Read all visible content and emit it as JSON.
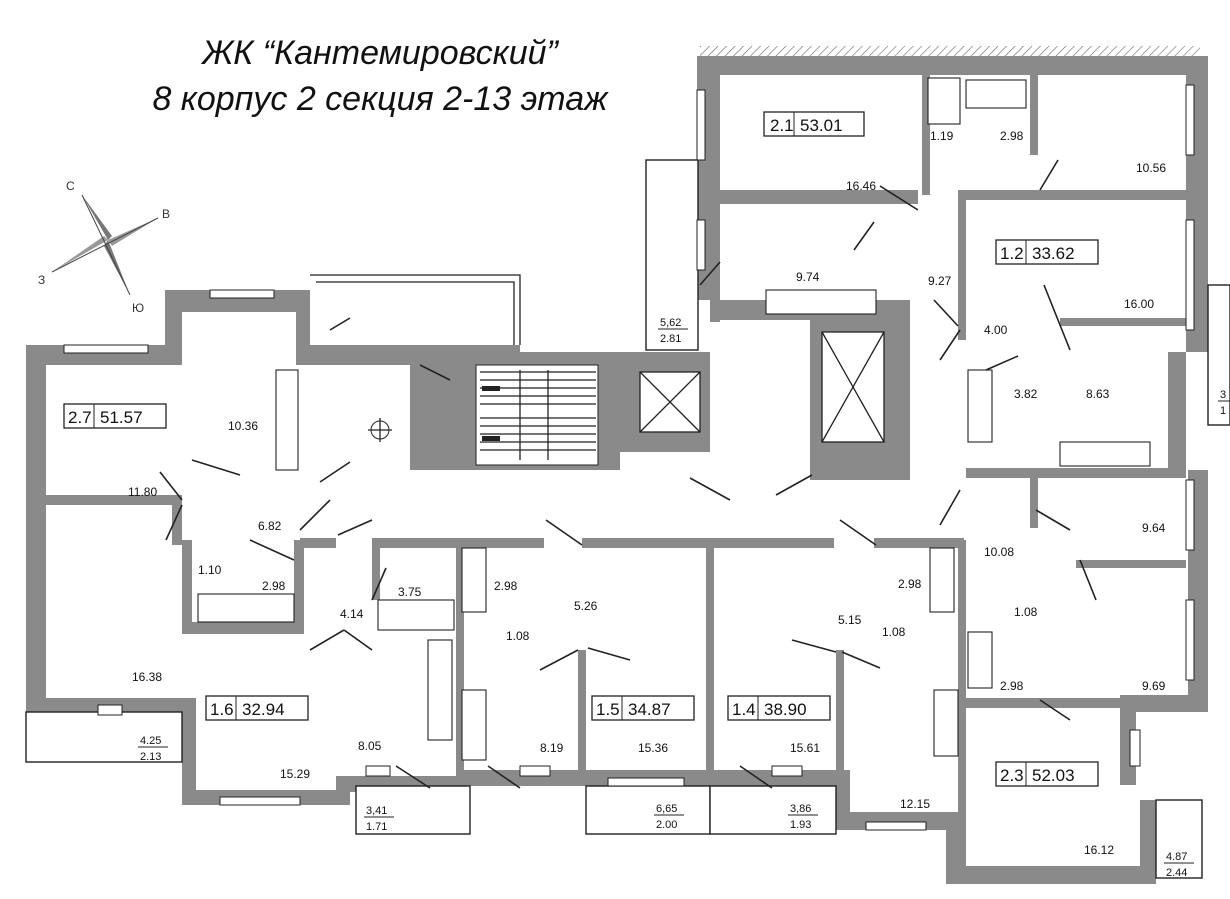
{
  "title": {
    "line1": "ЖК “Кантемировский”",
    "line2": "8 корпус 2 секция 2-13 этаж"
  },
  "compass": {
    "n": "С",
    "e": "В",
    "s": "Ю",
    "w": "З"
  },
  "units": [
    {
      "id": "2.1",
      "area": "53.01"
    },
    {
      "id": "1.2",
      "area": "33.62"
    },
    {
      "id": "2.7",
      "area": "51.57"
    },
    {
      "id": "1.6",
      "area": "32.94"
    },
    {
      "id": "1.5",
      "area": "34.87"
    },
    {
      "id": "1.4",
      "area": "38.90"
    },
    {
      "id": "2.3",
      "area": "52.03"
    }
  ],
  "room_areas": [
    "16.46",
    "1.19",
    "2.98",
    "10.56",
    "9.74",
    "9.27",
    "16.00",
    "4.00",
    "3.82",
    "8.63",
    "10.36",
    "11.80",
    "6.82",
    "1.10",
    "2.98",
    "16.38",
    "3.75",
    "2.98",
    "1.08",
    "4.14",
    "5.26",
    "8.05",
    "8.19",
    "15.29",
    "15.36",
    "15.61",
    "5.15",
    "2.98",
    "1.08",
    "10.08",
    "9.64",
    "1.08",
    "2.98",
    "9.69",
    "12.15",
    "16.12"
  ],
  "balconies": [
    {
      "top": "5,62",
      "bottom": "2.81"
    },
    {
      "top": "4.25",
      "bottom": "2.13"
    },
    {
      "top": "3,41",
      "bottom": "1.71"
    },
    {
      "top": "6,65",
      "bottom": "2.00"
    },
    {
      "top": "3,86",
      "bottom": "1.93"
    },
    {
      "top": "4.87",
      "bottom": "2.44"
    },
    {
      "top": "3",
      "bottom": "1"
    }
  ]
}
